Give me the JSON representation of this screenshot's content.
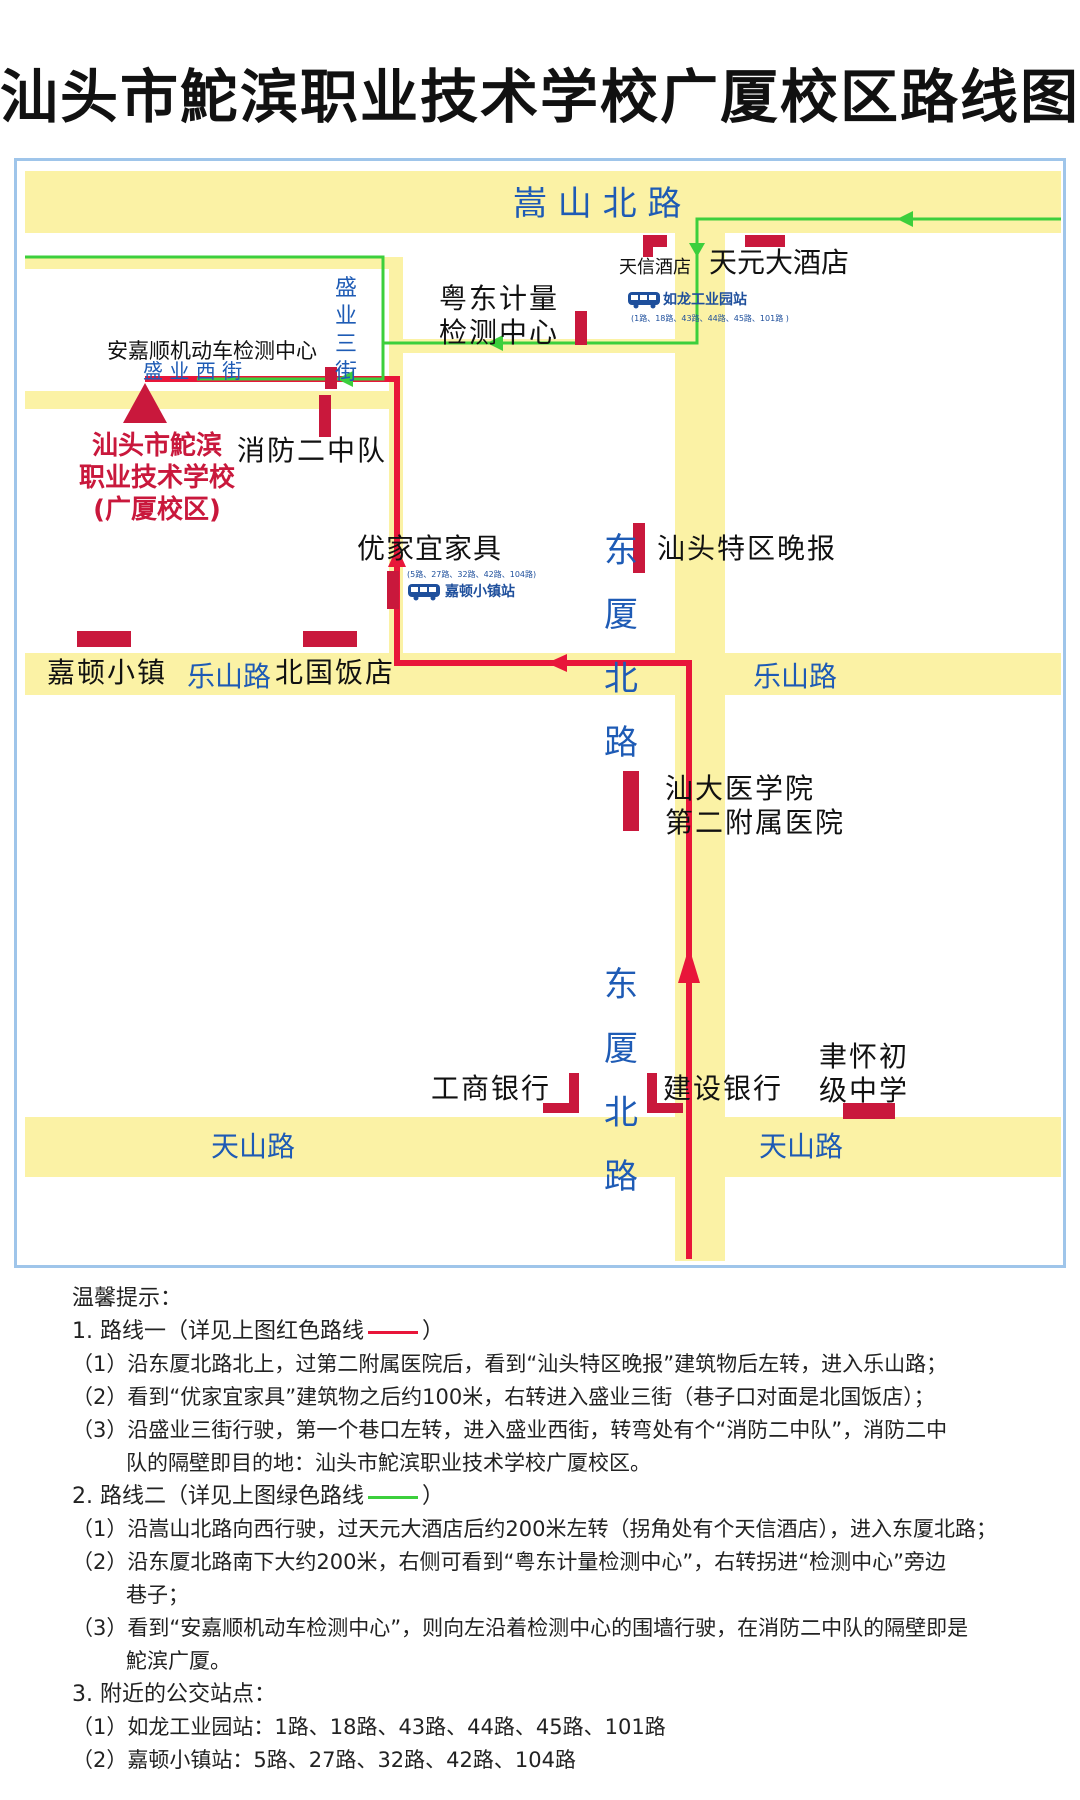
{
  "title": "汕头市鮀滨职业技术学校广厦校区路线图",
  "colors": {
    "road": "#fbf2a5",
    "route_red": "#e8163a",
    "route_green": "#3ccf3c",
    "marker": "#c9183c",
    "road_label": "#1e5bb5",
    "frame": "#9fc5ea"
  },
  "map": {
    "roads": {
      "songshan": "嵩 山 北 路",
      "shengye_xi": "盛 业 西 街",
      "shengye_san": "盛业三街",
      "leshan_left": "乐山路",
      "leshan_right": "乐山路",
      "tianshan_left": "天山路",
      "tianshan_right": "天山路",
      "dongxia_upper": "东厦北路",
      "dongxia_lower": "东厦北路"
    },
    "buildings": {
      "tianxin": "天信酒店",
      "tianyuan": "天元大酒店",
      "yuedong_line1": "粤东计量",
      "yuedong_line2": "检测中心",
      "anjiashun": "安嘉顺机动车检测中心",
      "xiaofang": "消防二中队",
      "youjiayi": "优家宜家具",
      "shantou_wanbao": "汕头特区晚报",
      "jiadun": "嘉顿小镇",
      "beiguo": "北国饭店",
      "shanda_line1": "汕大医学院",
      "shanda_line2": "第二附属医院",
      "gongshang": "工商银行",
      "jianshe": "建设银行",
      "yuhuai_line1": "聿怀初",
      "yuhuai_line2": "级中学"
    },
    "school": {
      "line1": "汕头市鮀滨",
      "line2": "职业技术学校",
      "line3": "(广厦校区)"
    },
    "bus_stops": {
      "rulong": {
        "name": "如龙工业园站",
        "routes": "(1路、18路、43路、44路、45路、101路 )"
      },
      "jiadun": {
        "name": "嘉顿小镇站",
        "routes": "(5路、27路、32路、42路、104路)"
      }
    }
  },
  "notes": {
    "heading": "温馨提示：",
    "route1": {
      "title_before": "1. 路线一（详见上图红色路线",
      "title_after": "）",
      "items": [
        "（1）沿东厦北路北上，过第二附属医院后，看到“汕头特区晚报”建筑物后左转，进入乐山路；",
        "（2）看到“优家宜家具”建筑物之后约100米，右转进入盛业三街（巷子口对面是北国饭店）；",
        "（3）沿盛业三街行驶，第一个巷口左转，进入盛业西街，转弯处有个“消防二中队”，消防二中",
        "队的隔壁即目的地：汕头市鮀滨职业技术学校广厦校区。"
      ]
    },
    "route2": {
      "title_before": "2. 路线二（详见上图绿色路线",
      "title_after": "）",
      "items": [
        "（1）沿嵩山北路向西行驶，过天元大酒店后约200米左转（拐角处有个天信酒店），进入东厦北路；",
        "（2）沿东厦北路南下大约200米，右侧可看到“粤东计量检测中心”，右转拐进“检测中心”旁边",
        "巷子；",
        "（3）看到“安嘉顺机动车检测中心”，则向左沿着检测中心的围墙行驶，在消防二中队的隔壁即是",
        "鮀滨广厦。"
      ]
    },
    "bus": {
      "title": "3. 附近的公交站点：",
      "items": [
        "（1）如龙工业园站：1路、18路、43路、44路、45路、101路",
        "（2）嘉顿小镇站：5路、27路、32路、42路、104路"
      ]
    }
  }
}
